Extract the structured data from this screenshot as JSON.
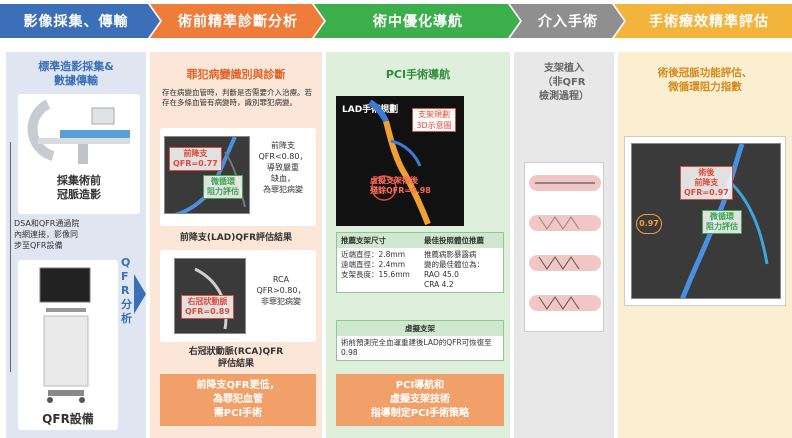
{
  "header": {
    "steps": [
      "影像採集、傳輸",
      "術前精準診斷分析",
      "術中優化導航",
      "介入手術",
      "手術療效精準評估"
    ],
    "colors": [
      "#3b6fb8",
      "#ef7d3a",
      "#3cae4c",
      "#8f8f8f",
      "#f2b43a"
    ]
  },
  "col1": {
    "title": "標準造影採集&\n數據傳輸",
    "angio_caption": "採集術前\n冠脈造影",
    "link_text": "DSA和QFR通過院\n內網連接，影像同\n步至QFR設備",
    "device_caption": "QFR設備",
    "qfr_label": "QFR分析"
  },
  "col2": {
    "title": "罪犯病變識別與診斷",
    "intro": "存在病變血管時，判斷是否需要介入治療。若存在多條血管有病變時，識別罪犯病變。",
    "lad_label_red": "前降支\nQFR=0.77",
    "lad_label_green": "微循環\n阻力評估",
    "lad_desc": "前降支\nQFR<0.80，\n導致嚴重\n缺血，\n為罪犯病變",
    "lad_caption": "前降支(LAD)QFR評估結果",
    "rca_label_red": "右冠狀動脈\nQFR=0.89",
    "rca_desc": "RCA\nQFR>0.80，\n非罪犯病變",
    "rca_caption": "右冠狀動脈(RCA)QFR\n評估結果",
    "conclusion": "前降支QFR更低，\n為罪犯血管\n需PCI手術"
  },
  "col3": {
    "title": "PCI手術導航",
    "plan_title": "LAD手術規劃",
    "plan_3d": "支架規劃\n3D示意圖",
    "virtual_label": "虛擬支架術後\n殘餘QFR=0.98",
    "table_headers": [
      "推薦支架尺寸",
      "最佳投照體位推薦"
    ],
    "stent_size": "近端直徑：2.8mm\n遠端直徑：2.4mm\n支架長度：15.6mm",
    "projection": "推薦病影暴露病\n變的最佳體位為：\nRAO 45.0\nCRA 4.2",
    "virtual_title": "虛擬支架",
    "virtual_desc": "術前預測完全血運重建後LAD的QFR可恢復至0.98",
    "conclusion": "PCI導航和\n虛擬支架技術\n指導制定PCI手術策略"
  },
  "col4": {
    "title": "支架植入\n（非QFR\n檢測過程）"
  },
  "col5": {
    "title": "術後冠脈功能評估、\n微循環阻力指數",
    "red_label": "術後\n前降支\nQFR=0.97",
    "green_label": "微循環\n阻力評估",
    "badge": "0.97"
  }
}
